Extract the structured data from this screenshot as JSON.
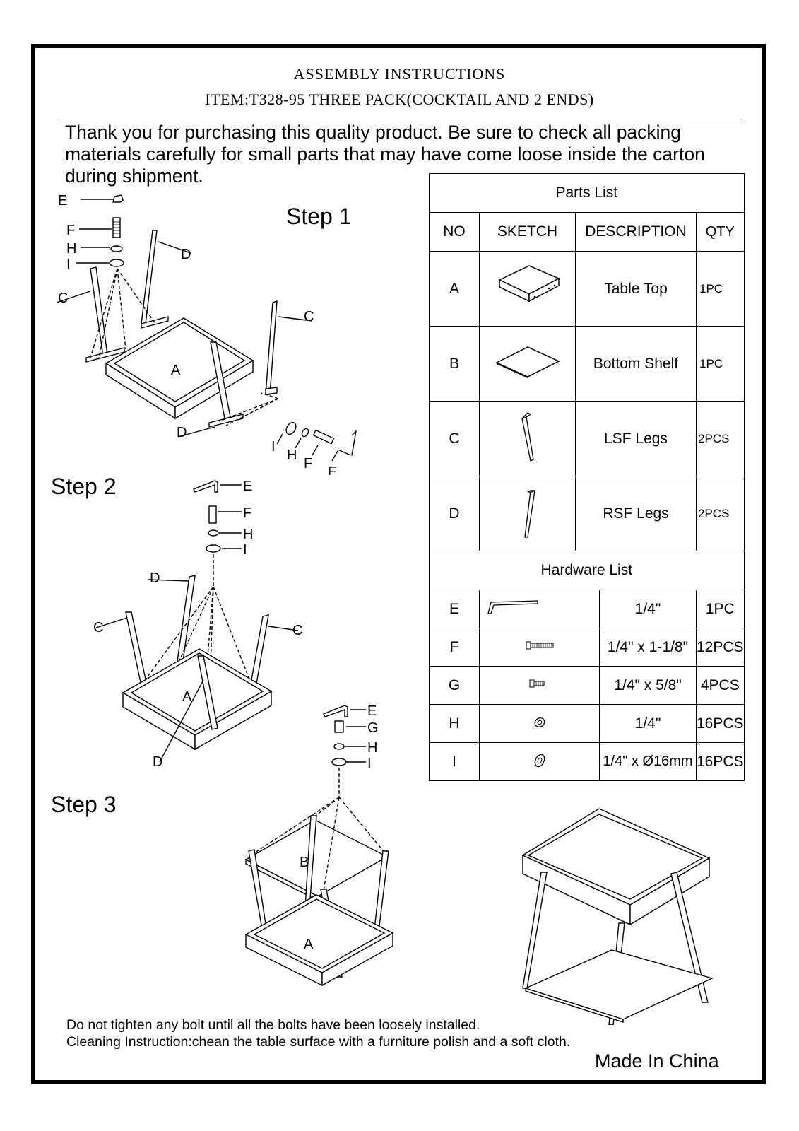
{
  "header": {
    "title": "ASSEMBLY  INSTRUCTIONS",
    "item": "ITEM:T328-95  THREE  PACK(COCKTAIL AND 2 ENDS)"
  },
  "intro": "Thank you for purchasing this quality product. Be sure to check all packing materials carefully for small parts that may have come loose inside the carton during shipment.",
  "steps": {
    "step1": "Step  1",
    "step2": "Step  2",
    "step3": "Step  3"
  },
  "parts_list": {
    "title": "Parts  List",
    "columns": [
      "NO",
      "SKETCH",
      "DESCRIPTION",
      "QTY"
    ],
    "rows": [
      {
        "no": "A",
        "sketch": "table-top-icon",
        "description": "Table Top",
        "qty": "1PC"
      },
      {
        "no": "B",
        "sketch": "bottom-shelf-icon",
        "description": "Bottom Shelf",
        "qty": "1PC"
      },
      {
        "no": "C",
        "sketch": "lsf-leg-icon",
        "description": "LSF Legs",
        "qty": "2PCS"
      },
      {
        "no": "D",
        "sketch": "rsf-leg-icon",
        "description": "RSF Legs",
        "qty": "2PCS"
      }
    ]
  },
  "hardware_list": {
    "title": "Hardware   List",
    "rows": [
      {
        "no": "E",
        "sketch": "allen-key-icon",
        "description": "1/4\"",
        "qty": "1PC"
      },
      {
        "no": "F",
        "sketch": "long-bolt-icon",
        "description": "1/4\" x 1-1/8\"",
        "qty": "12PCS"
      },
      {
        "no": "G",
        "sketch": "short-bolt-icon",
        "description": "1/4\" x 5/8\"",
        "qty": "4PCS"
      },
      {
        "no": "H",
        "sketch": "lock-washer-icon",
        "description": "1/4\"",
        "qty": "16PCS"
      },
      {
        "no": "I",
        "sketch": "flat-washer-icon",
        "description": "1/4\" x Ø16mm",
        "qty": "16PCS"
      }
    ]
  },
  "labels": {
    "A": "A",
    "B": "B",
    "C": "C",
    "D": "D",
    "E": "E",
    "F": "F",
    "G": "G",
    "H": "H",
    "I": "I"
  },
  "notes": {
    "line1": "Do not tighten any bolt until all the bolts have been loosely installed.",
    "line2": "Cleaning Instruction:chean the table surface with a furniture polish and a soft cloth.",
    "made_in": "Made In China"
  }
}
